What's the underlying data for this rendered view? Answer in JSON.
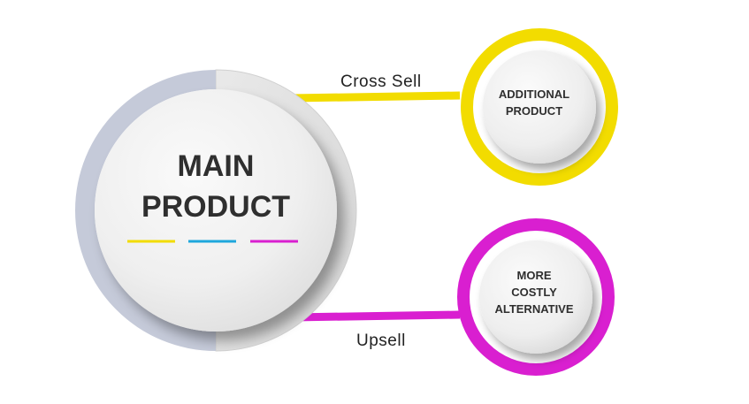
{
  "main": {
    "title_line1": "MAIN",
    "title_line2": "PRODUCT",
    "accent_colors": [
      "#f2dc00",
      "#1ea7dc",
      "#d91fd0"
    ]
  },
  "cross_sell": {
    "label": "Cross Sell",
    "target_line1": "ADDITIONAL",
    "target_line2": "PRODUCT",
    "color": "#f2dc00"
  },
  "upsell": {
    "label": "Upsell",
    "target_line1": "MORE",
    "target_line2": "COSTLY",
    "target_line3": "ALTERNATIVE",
    "color": "#d91fd0"
  },
  "colors": {
    "main_ring": "#c5cad9",
    "main_disc_back": "#e4e4e4",
    "disc_face": "#efefef",
    "text": "#2f2f2f"
  }
}
